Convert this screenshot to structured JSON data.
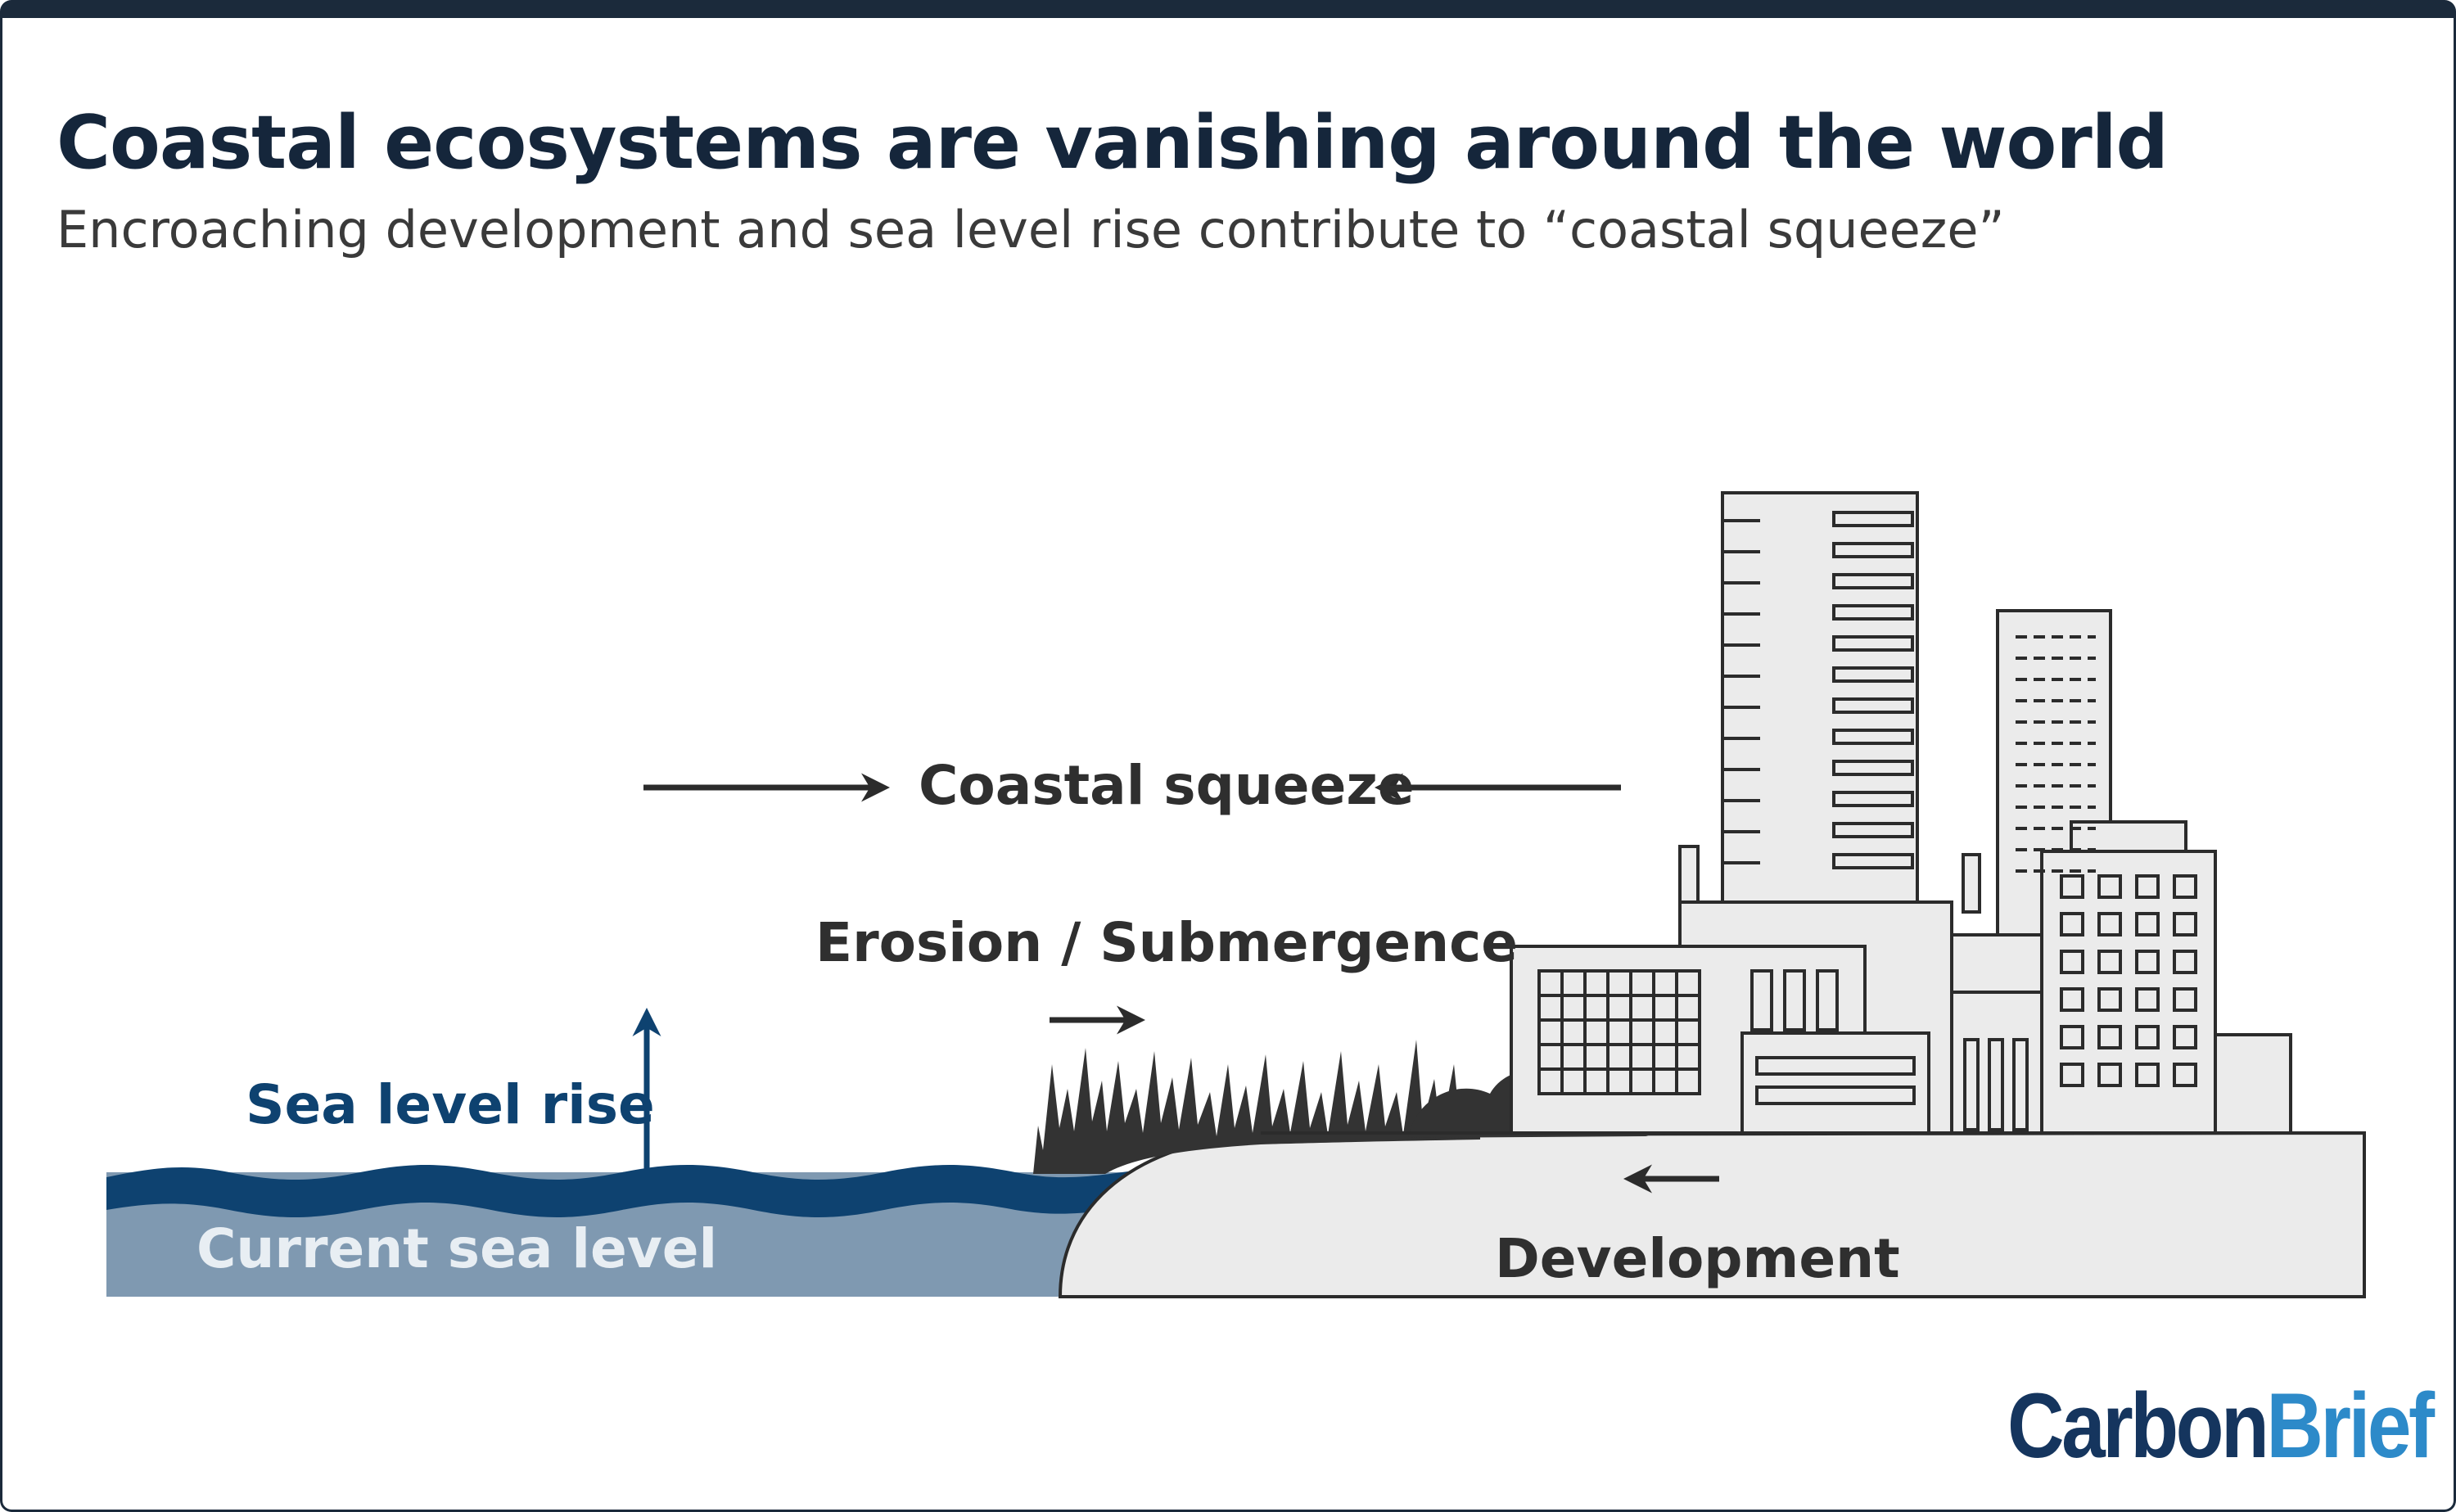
{
  "title": "Coastal ecosystems are vanishing around the world",
  "subtitle": "Encroaching development and sea level rise contribute to “coastal squeeze”",
  "labels": {
    "coastal_squeeze": "Coastal squeeze",
    "erosion": "Erosion / Submergence",
    "sea_level_rise": "Sea level rise",
    "current_sea_level": "Current sea level",
    "development": "Development"
  },
  "logo": {
    "part1": "Carbon",
    "part2": "Brief"
  },
  "colors": {
    "header_bar": "#1b2a3b",
    "title": "#15263b",
    "sea_dark": "#0e4270",
    "sea_light": "#7f99b1",
    "land": "#ebebeb",
    "outline": "#333333",
    "logo_dark": "#15355e",
    "logo_light": "#2d8ac9"
  }
}
